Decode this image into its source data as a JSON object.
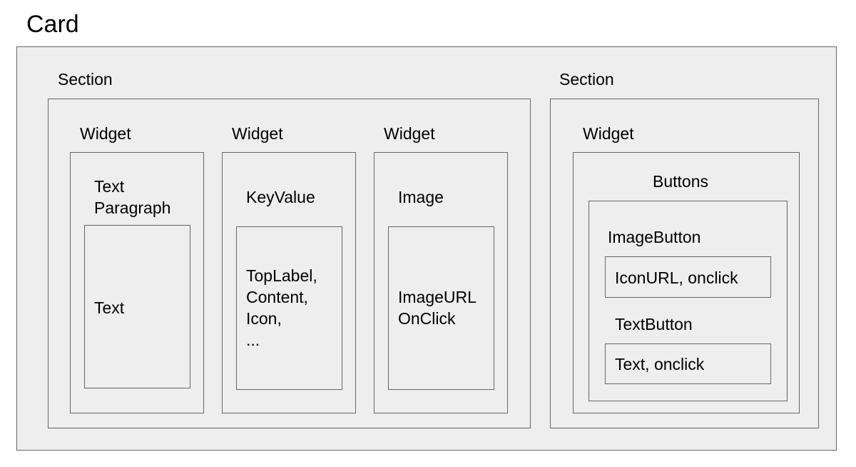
{
  "card": {
    "title": "Card",
    "sections": [
      {
        "label": "Section",
        "widgets": [
          {
            "label": "Widget",
            "component": "Text\nParagraph",
            "inner": "Text"
          },
          {
            "label": "Widget",
            "component": "KeyValue",
            "inner": "TopLabel,\nContent,\nIcon,\n..."
          },
          {
            "label": "Widget",
            "component": "Image",
            "inner": "ImageURL\nOnClick"
          }
        ]
      },
      {
        "label": "Section",
        "widgets": [
          {
            "label": "Widget",
            "component": "Buttons",
            "buttons": [
              {
                "label": "ImageButton",
                "inner": "IconURL, onclick"
              },
              {
                "label": "TextButton",
                "inner": "Text, onclick"
              }
            ]
          }
        ]
      }
    ]
  }
}
